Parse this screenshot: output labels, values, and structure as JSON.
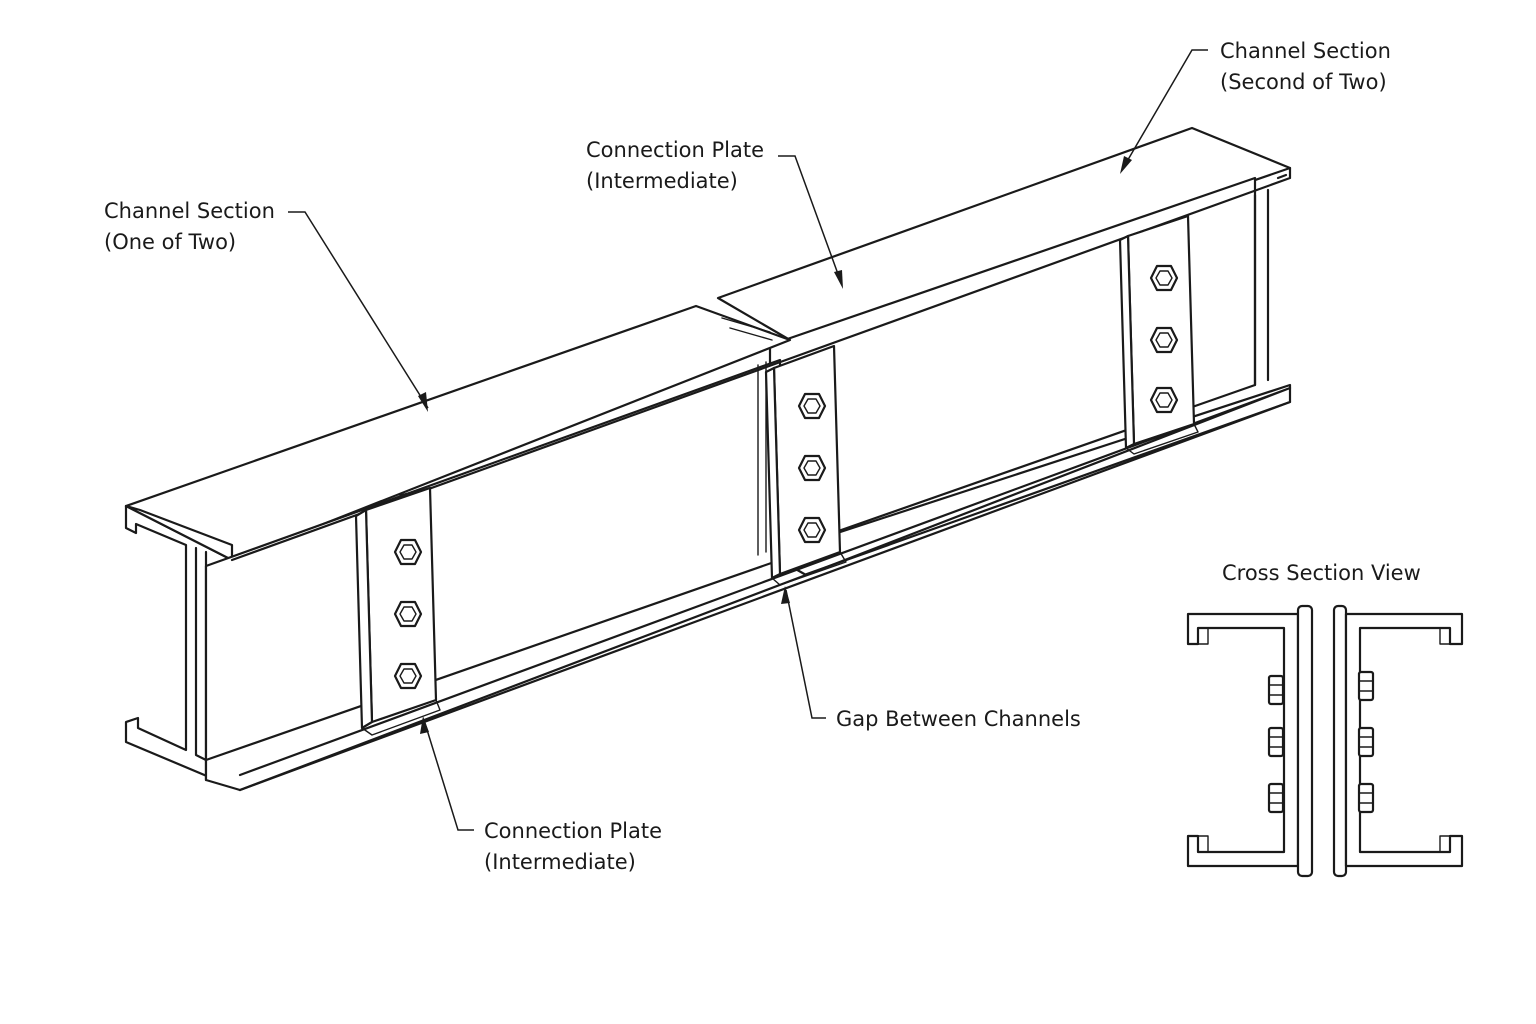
{
  "labels": {
    "channel_one": {
      "line1": "Channel Section",
      "line2": "(One of Two)"
    },
    "channel_two": {
      "line1": "Channel Section",
      "line2": "(Second of Two)"
    },
    "plate_top": {
      "line1": "Connection Plate",
      "line2": "(Intermediate)"
    },
    "plate_bottom": {
      "line1": "Connection Plate",
      "line2": "(Intermediate)"
    },
    "gap": {
      "text": "Gap Between Channels"
    }
  },
  "cross_section": {
    "title": "Cross Section View"
  }
}
